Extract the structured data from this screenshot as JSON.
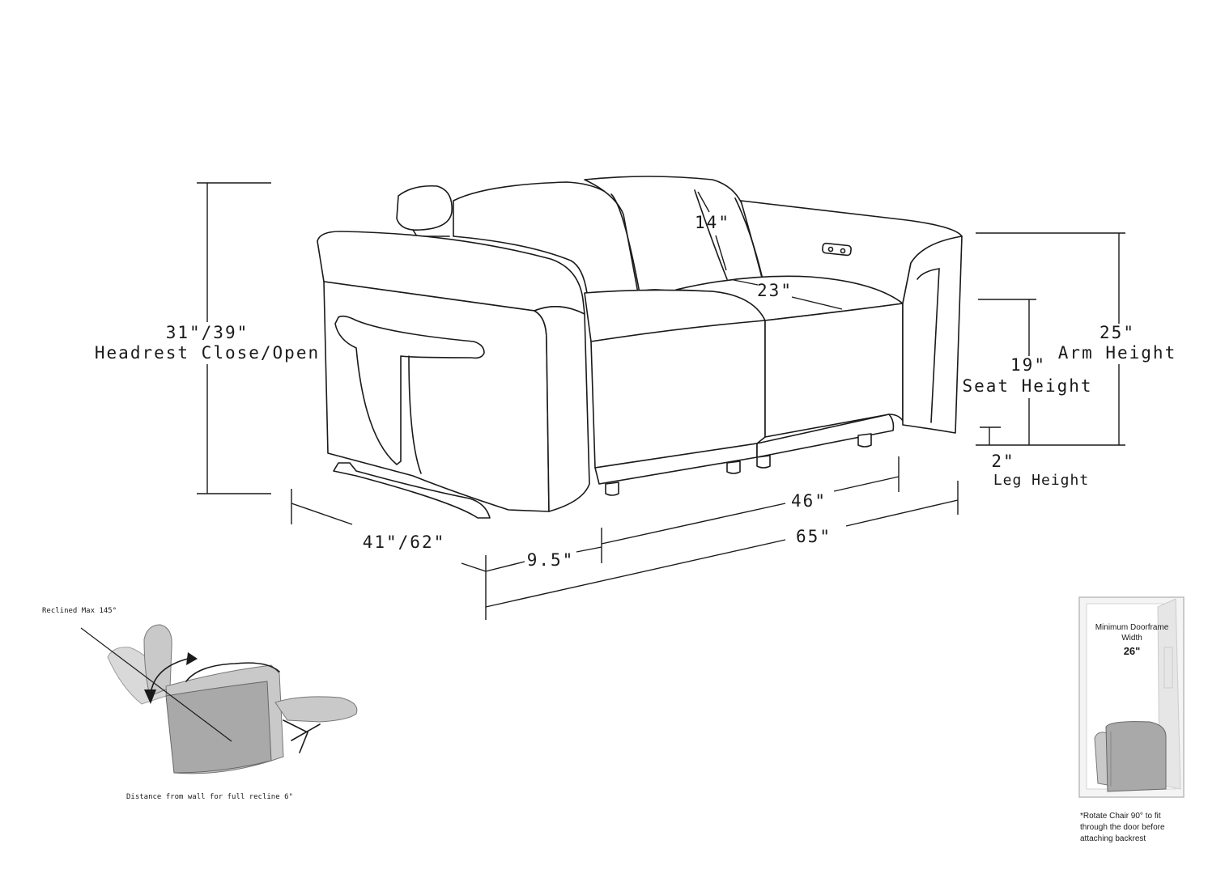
{
  "dimensions": {
    "headrest_value": "31\"/39\"",
    "headrest_label": "Headrest Close/Open",
    "back_depth": "14\"",
    "seat_depth": "23\"",
    "arm_height_value": "25\"",
    "arm_height_label": "Arm Height",
    "seat_height_value": "19\"",
    "seat_height_label": "Seat Height",
    "leg_height_value": "2\"",
    "leg_height_label": "Leg Height",
    "depth": "41\"/62\"",
    "seat_width": "46\"",
    "total_width": "65\"",
    "arm_width": "9.5\""
  },
  "recline": {
    "max_label": "Reclined Max 145°",
    "wall_distance": "Distance from wall for full recline 6\""
  },
  "doorframe": {
    "title_line1": "Minimum Doorframe",
    "title_line2": "Width",
    "width": "26\"",
    "note_line1": "*Rotate Chair 90° to fit",
    "note_line2": "through the door before",
    "note_line3": "attaching backrest"
  }
}
